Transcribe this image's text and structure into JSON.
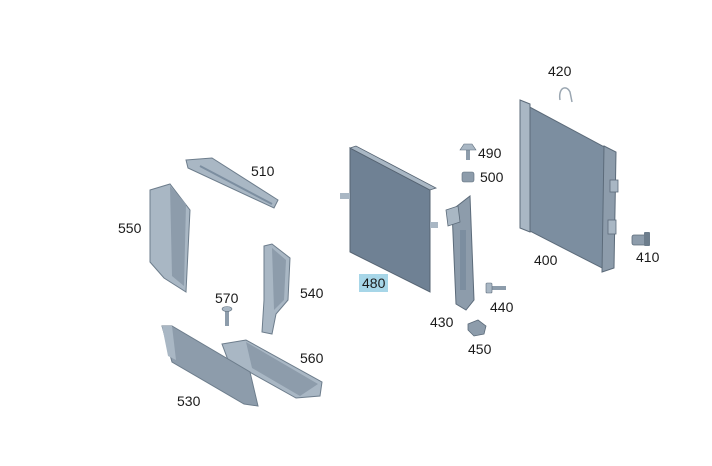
{
  "diagram": {
    "callouts": [
      {
        "id": "c420",
        "label": "420"
      },
      {
        "id": "c490",
        "label": "490"
      },
      {
        "id": "c500",
        "label": "500"
      },
      {
        "id": "c510",
        "label": "510"
      },
      {
        "id": "c550",
        "label": "550"
      },
      {
        "id": "c400",
        "label": "400"
      },
      {
        "id": "c410",
        "label": "410"
      },
      {
        "id": "c480",
        "label": "480",
        "highlighted": true
      },
      {
        "id": "c570",
        "label": "570"
      },
      {
        "id": "c540",
        "label": "540"
      },
      {
        "id": "c440",
        "label": "440"
      },
      {
        "id": "c430",
        "label": "430"
      },
      {
        "id": "c450",
        "label": "450"
      },
      {
        "id": "c560",
        "label": "560"
      },
      {
        "id": "c530",
        "label": "530"
      }
    ],
    "colors": {
      "part_fill": "#7c8ea0",
      "part_dark": "#5c6b7a",
      "part_light": "#a9b7c4",
      "highlight": "#a7d6e8",
      "text": "#1a1a1a"
    }
  }
}
